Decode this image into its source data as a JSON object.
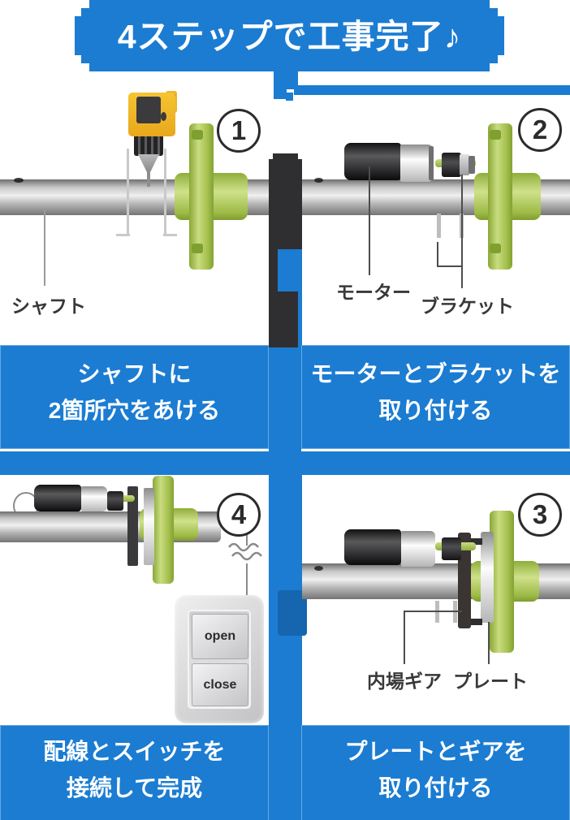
{
  "header": {
    "title": "4ステップで工事完了♪"
  },
  "steps": [
    {
      "number": "1",
      "caption_line1": "シャフトに",
      "caption_line2": "2箇所穴をあける",
      "label_shaft": "シャフト"
    },
    {
      "number": "2",
      "caption_line1": "モーターとブラケットを",
      "caption_line2": "取り付ける",
      "label_motor": "モーター",
      "label_bracket": "ブラケット"
    },
    {
      "number": "3",
      "caption_line1": "プレートとギアを",
      "caption_line2": "取り付ける",
      "label_gear": "内場ギア",
      "label_plate": "プレート"
    },
    {
      "number": "4",
      "caption_line1": "配線とスイッチを",
      "caption_line2": "接続して完成",
      "switch_open_label": "open",
      "switch_close_label": "close"
    }
  ],
  "colors": {
    "accent_blue": "#1b7cd2",
    "caption_edge_blue": "#1161a8",
    "dark_bar": "#2f2f31",
    "flange_green": "#a8c352",
    "drill_yellow": "#f3b729"
  }
}
